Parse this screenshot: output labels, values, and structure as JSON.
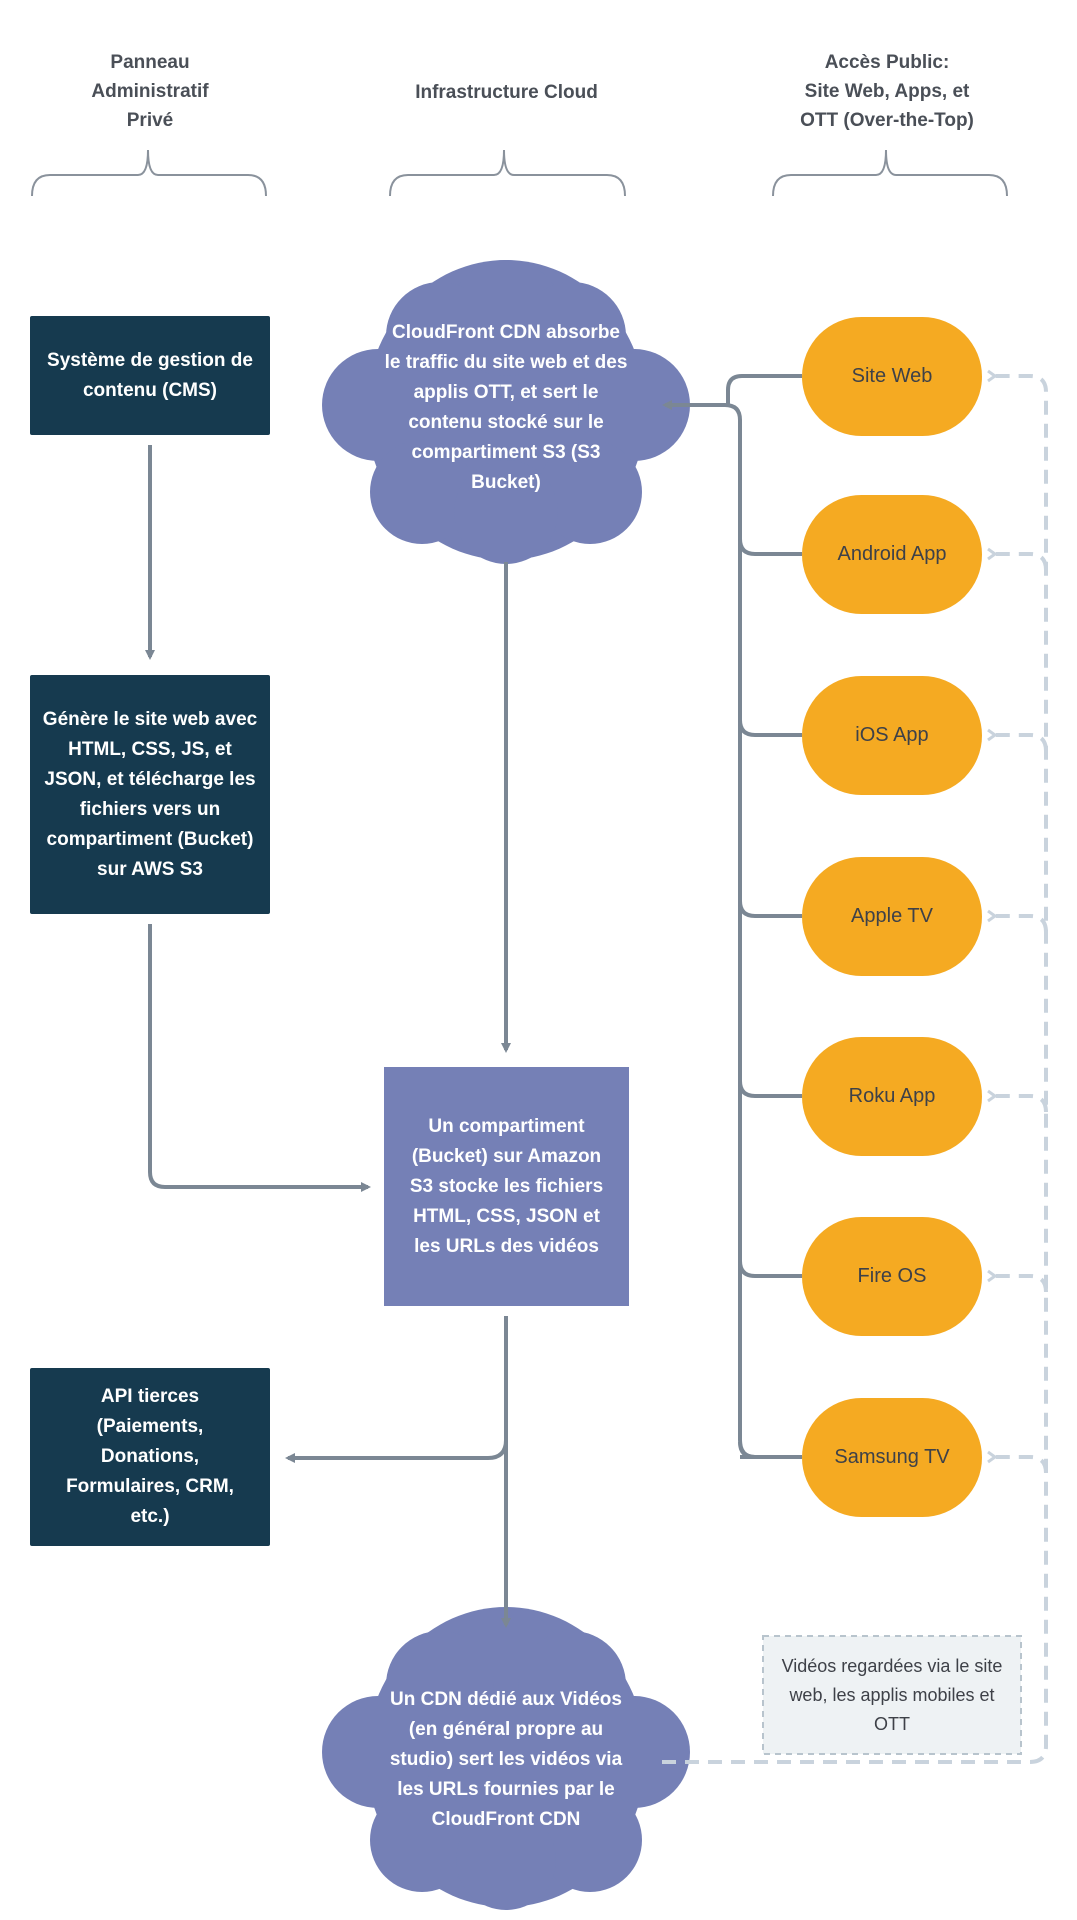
{
  "columns": {
    "admin": "Panneau\nAdministratif\nPrivé",
    "cloud": "Infrastructure Cloud",
    "public": "Accès Public:\nSite Web, Apps, et\nOTT (Over-the-Top)"
  },
  "admin_nodes": {
    "cms": "Système de gestion de contenu (CMS)",
    "generate": "Génère le site web avec HTML, CSS, JS, et JSON, et télécharge les fichiers vers un compartiment (Bucket) sur AWS S3",
    "third_party_api": "API tierces (Paiements, Donations, Formulaires, CRM, etc.)"
  },
  "cloud_nodes": {
    "cloudfront": "CloudFront CDN absorbe le traffic du site web et des applis OTT, et sert le contenu stocké sur le compartiment S3 (S3 Bucket)",
    "s3_bucket": "Un compartiment (Bucket) sur  Amazon S3 stocke les fichiers HTML, CSS, JSON et les URLs des vidéos",
    "video_cdn": "Un CDN dédié aux Vidéos (en général propre au studio) sert les vidéos via les URLs fournies par le CloudFront CDN"
  },
  "public_nodes": [
    "Site Web",
    "Android App",
    "iOS App",
    "Apple TV",
    "Roku App",
    "Fire OS",
    "Samsung TV"
  ],
  "note": "Vidéos regardées via le site web, les applis mobiles et OTT",
  "colors": {
    "dark_box": "#163a4f",
    "cloud": "#7580b6",
    "pill": "#f5aa22",
    "arrow": "#7b8794",
    "dashed": "#c9d3dd"
  }
}
